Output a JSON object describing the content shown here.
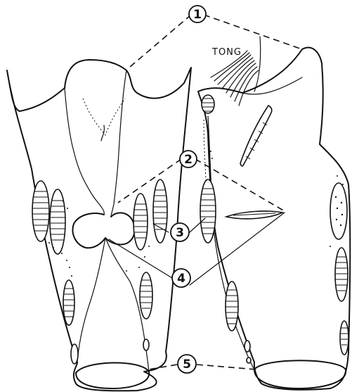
{
  "labels": {
    "tongue": "TONG",
    "callout_1": "1",
    "callout_2": "2",
    "callout_3": "3",
    "callout_4": "4",
    "callout_5": "5"
  },
  "colors": {
    "ink": "#111111",
    "paper": "#ffffff"
  }
}
